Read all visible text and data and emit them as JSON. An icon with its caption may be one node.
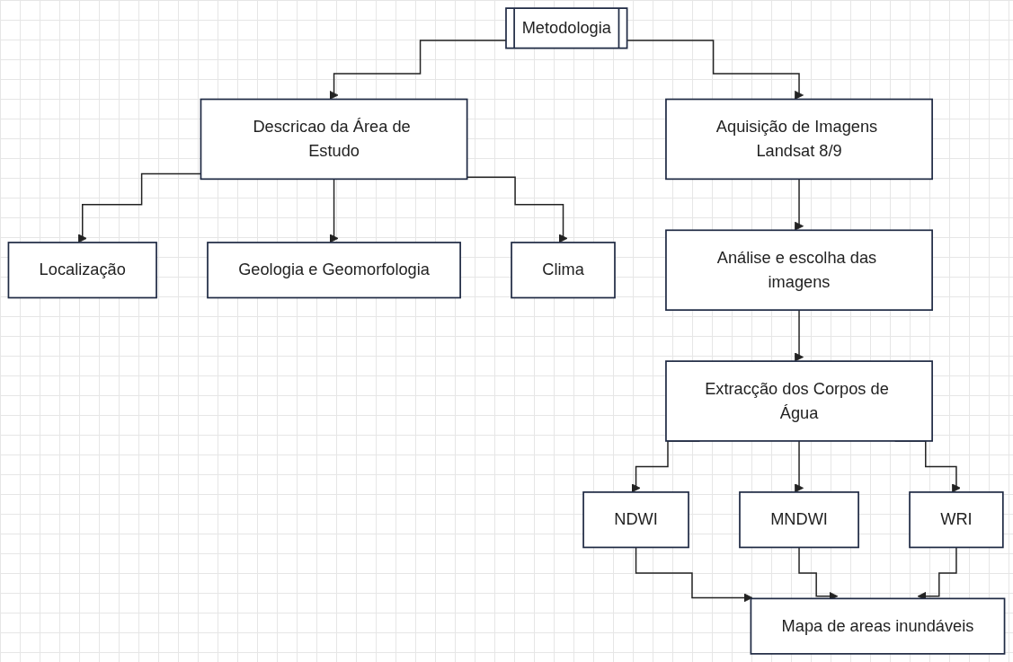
{
  "diagram": {
    "nodes": [
      {
        "text": [
          "Metodologia"
        ]
      },
      {
        "text": [
          "Descricao da Área de Estudo"
        ]
      },
      {
        "text": [
          "Aquisição de Imagens Landsat 8/9"
        ]
      },
      {
        "text": [
          "Localização"
        ]
      },
      {
        "text": [
          "Geologia e Geomorfologia"
        ]
      },
      {
        "text": [
          "Clima"
        ]
      },
      {
        "text": [
          "Análise e escolha das imagens"
        ]
      },
      {
        "text": [
          "Extracção dos Corpos de Água"
        ]
      },
      {
        "text": [
          "NDWI"
        ]
      },
      {
        "text": [
          "MNDWI"
        ]
      },
      {
        "text": [
          "WRI"
        ]
      },
      {
        "text": [
          "Mapa de areas inundáveis"
        ]
      }
    ],
    "edges": [
      {
        "from": 0,
        "to": 1,
        "arrow": "to"
      },
      {
        "from": 0,
        "to": 2,
        "arrow": "to"
      },
      {
        "from": 1,
        "to": 3,
        "arrow": "to"
      },
      {
        "from": 1,
        "to": 4,
        "arrow": "to"
      },
      {
        "from": 1,
        "to": 5,
        "arrow": "to"
      },
      {
        "from": 2,
        "to": 6,
        "arrow": "to"
      },
      {
        "from": 6,
        "to": 7,
        "arrow": "to"
      },
      {
        "from": 7,
        "to": 8,
        "arrow": "to"
      },
      {
        "from": 7,
        "to": 9,
        "arrow": "to"
      },
      {
        "from": 7,
        "to": 10,
        "arrow": "to"
      },
      {
        "from": 8,
        "to": 11,
        "arrow": "to"
      },
      {
        "from": 9,
        "to": 11,
        "arrow": "to"
      },
      {
        "from": 10,
        "to": 11,
        "arrow": "to"
      }
    ]
  }
}
